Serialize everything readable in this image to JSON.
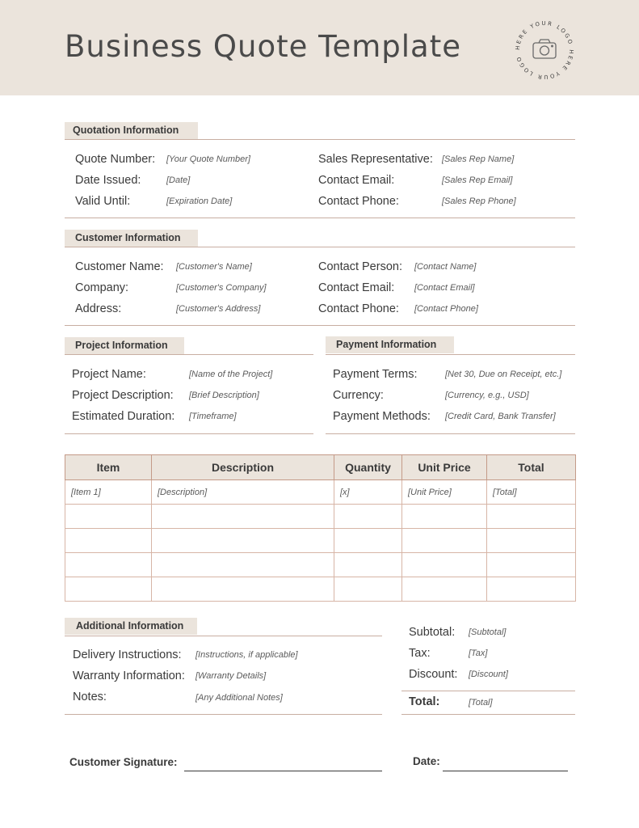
{
  "title": "Business Quote Template",
  "logo": {
    "text": "HERE YOUR LOGO HERE YOUR LOGO",
    "icon": "camera-icon"
  },
  "quotation": {
    "heading": "Quotation Information",
    "left": [
      {
        "label": "Quote Number:",
        "value": "[Your Quote Number]"
      },
      {
        "label": "Date Issued:",
        "value": "[Date]"
      },
      {
        "label": "Valid Until:",
        "value": "[Expiration Date]"
      }
    ],
    "right": [
      {
        "label": "Sales Representative:",
        "value": "[Sales Rep Name]"
      },
      {
        "label": "Contact Email:",
        "value": "[Sales Rep Email]"
      },
      {
        "label": "Contact Phone:",
        "value": "[Sales Rep Phone]"
      }
    ]
  },
  "customer": {
    "heading": "Customer Information",
    "left": [
      {
        "label": "Customer Name:",
        "value": "[Customer's Name]"
      },
      {
        "label": "Company:",
        "value": "[Customer's Company]"
      },
      {
        "label": "Address:",
        "value": "[Customer's Address]"
      }
    ],
    "right": [
      {
        "label": "Contact Person:",
        "value": "[Contact Name]"
      },
      {
        "label": "Contact Email:",
        "value": "[Contact Email]"
      },
      {
        "label": "Contact Phone:",
        "value": "[Contact Phone]"
      }
    ]
  },
  "project": {
    "heading": "Project Information",
    "rows": [
      {
        "label": "Project Name:",
        "value": "[Name of the Project]"
      },
      {
        "label": "Project Description:",
        "value": "[Brief Description]"
      },
      {
        "label": "Estimated Duration:",
        "value": "[Timeframe]"
      }
    ]
  },
  "payment": {
    "heading": "Payment Information",
    "rows": [
      {
        "label": "Payment Terms:",
        "value": "[Net 30, Due on Receipt, etc.]"
      },
      {
        "label": "Currency:",
        "value": "[Currency, e.g., USD]"
      },
      {
        "label": "Payment Methods:",
        "value": "[Credit Card, Bank Transfer]"
      }
    ]
  },
  "items_table": {
    "headers": [
      "Item",
      "Description",
      "Quantity",
      "Unit Price",
      "Total"
    ],
    "rows": [
      [
        "[Item 1]",
        "[Description]",
        "[x]",
        "[Unit Price]",
        "[Total]"
      ],
      [
        "",
        "",
        "",
        "",
        ""
      ],
      [
        "",
        "",
        "",
        "",
        ""
      ],
      [
        "",
        "",
        "",
        "",
        ""
      ],
      [
        "",
        "",
        "",
        "",
        ""
      ]
    ]
  },
  "additional": {
    "heading": "Additional Information",
    "rows": [
      {
        "label": "Delivery Instructions:",
        "value": "[Instructions, if applicable]"
      },
      {
        "label": "Warranty Information:",
        "value": "[Warranty Details]"
      },
      {
        "label": "Notes:",
        "value": "[Any Additional Notes]"
      }
    ]
  },
  "totals": {
    "rows": [
      {
        "label": "Subtotal:",
        "value": "[Subtotal]"
      },
      {
        "label": "Tax:",
        "value": "[Tax]"
      },
      {
        "label": "Discount:",
        "value": "[Discount]"
      }
    ],
    "total": {
      "label": "Total:",
      "value": "[Total]"
    }
  },
  "signature": {
    "customer_label": "Customer Signature:",
    "date_label": "Date:"
  },
  "colors": {
    "header_bg": "#ebe4dc",
    "rule": "#c8aea2",
    "table_border": "#c49a88"
  }
}
